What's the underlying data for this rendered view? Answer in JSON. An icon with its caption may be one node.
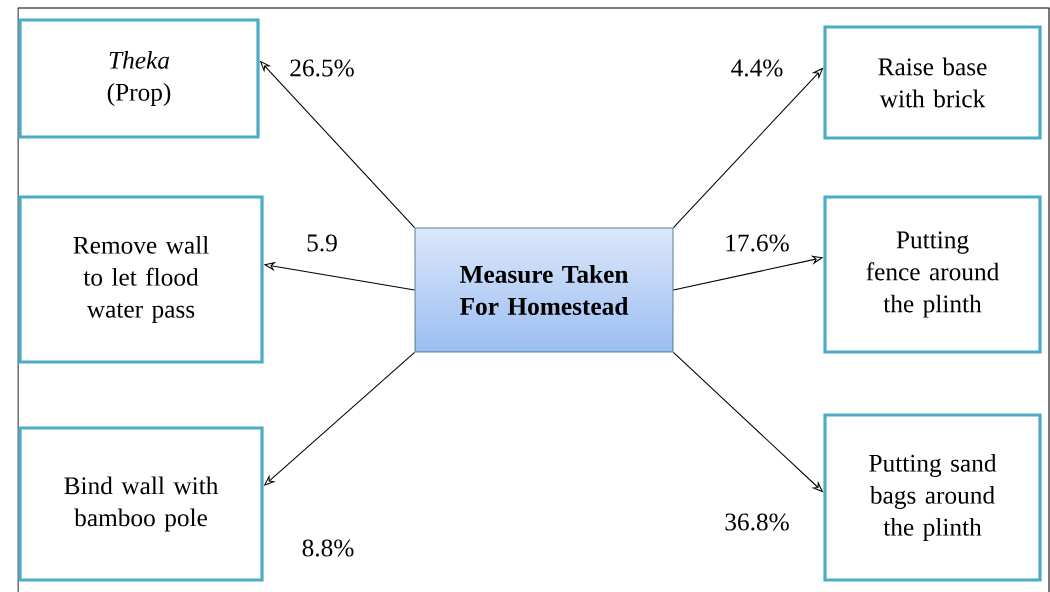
{
  "diagram": {
    "nodes": [
      {
        "text": [
          "*Theka* (Prop)"
        ]
      },
      {
        "text": [
          "Raise base with brick"
        ]
      },
      {
        "text": [
          "Remove wall to let flood water pass"
        ]
      },
      {
        "text": [
          "Measure Taken For Homestead"
        ]
      },
      {
        "text": [
          "Putting fence around the plinth"
        ]
      },
      {
        "text": [
          "Bind wall with bamboo pole"
        ]
      },
      {
        "text": [
          "Putting sand bags around the plinth"
        ]
      }
    ],
    "edges": [
      {
        "from": 3,
        "to": 0,
        "arrow": "to",
        "label": "26.5%"
      },
      {
        "from": 3,
        "to": 1,
        "arrow": "to",
        "label": "4.4%"
      },
      {
        "from": 3,
        "to": 2,
        "arrow": "to",
        "label": "5.9"
      },
      {
        "from": 3,
        "to": 4,
        "arrow": "to",
        "label": "17.6%"
      },
      {
        "from": 3,
        "to": 5,
        "arrow": "to",
        "label": "8.8%"
      },
      {
        "from": 3,
        "to": 6,
        "arrow": "to",
        "label": "36.8%"
      }
    ]
  }
}
